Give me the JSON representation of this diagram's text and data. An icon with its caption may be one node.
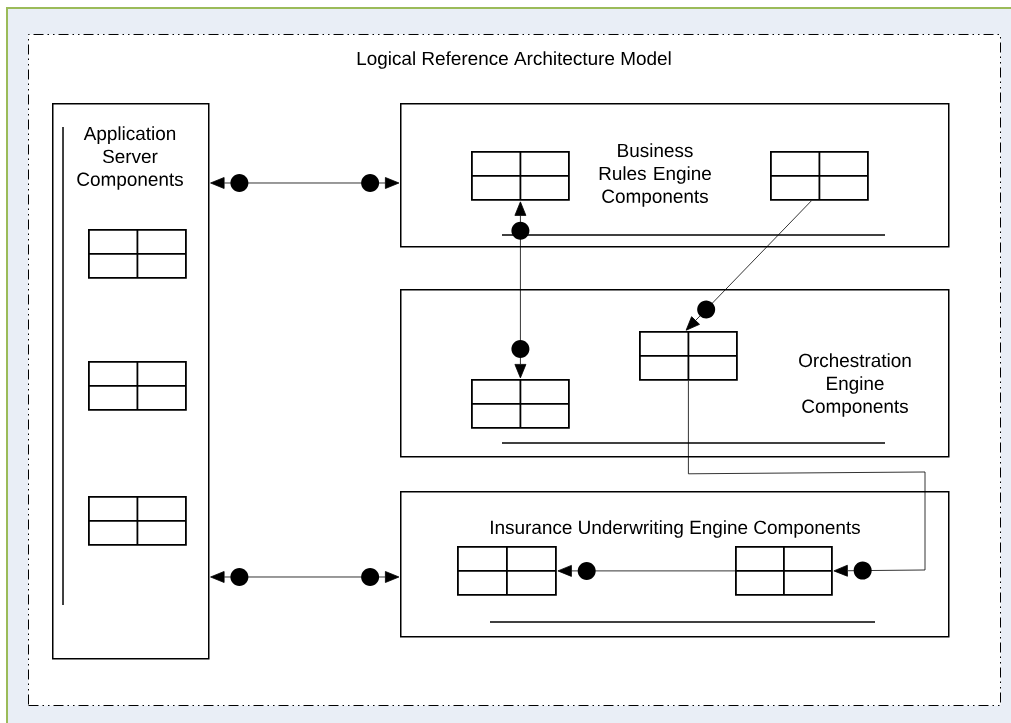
{
  "diagram": {
    "nodes": [
      {
        "text": [
          "Logical Reference Architecture Model"
        ]
      },
      {
        "text": [
          "Application Server Components"
        ],
        "in": 0
      },
      {
        "text": [
          "Business Rules Engine Components"
        ],
        "in": 0
      },
      {
        "text": [
          "Orchestration Engine Components"
        ],
        "in": 0
      },
      {
        "text": [
          "Insurance Underwriting Engine Components"
        ],
        "in": 0
      },
      {
        "text": [],
        "shape": "box",
        "in": 1
      },
      {
        "text": [],
        "shape": "box",
        "in": 1
      },
      {
        "text": [],
        "shape": "box",
        "in": 1
      },
      {
        "text": [],
        "shape": "box",
        "in": 2
      },
      {
        "text": [],
        "shape": "box",
        "in": 2
      },
      {
        "text": [],
        "shape": "box",
        "in": 3
      },
      {
        "text": [],
        "shape": "box",
        "in": 3
      },
      {
        "text": [],
        "shape": "box",
        "in": 4
      },
      {
        "text": [],
        "shape": "box",
        "in": 4
      }
    ],
    "edges": [
      {
        "from": 1,
        "to": 2,
        "arrow": "both"
      },
      {
        "from": 8,
        "to": 10,
        "arrow": "both"
      },
      {
        "from": 9,
        "to": 11,
        "arrow": "to"
      },
      {
        "from": 11,
        "to": 13,
        "arrow": "to"
      },
      {
        "from": 13,
        "to": 12,
        "arrow": "to"
      },
      {
        "from": 1,
        "to": 4,
        "arrow": "both"
      }
    ]
  }
}
